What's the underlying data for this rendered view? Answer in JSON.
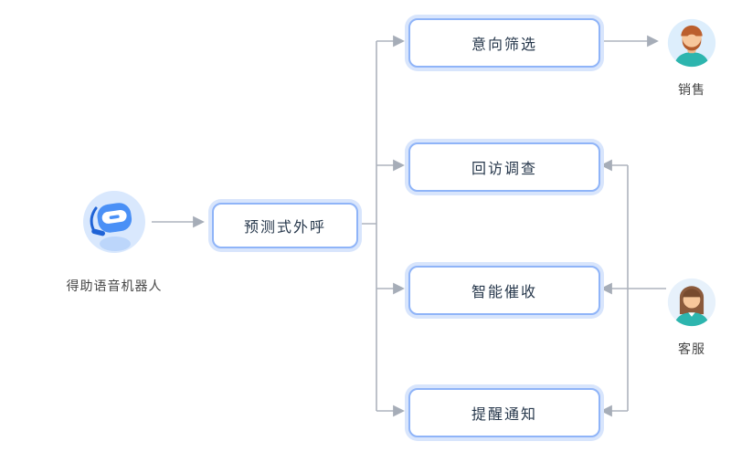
{
  "diagram": {
    "robot": {
      "label": "得助语音机器人",
      "icon": "voice-robot-icon"
    },
    "source": {
      "label": "预测式外呼"
    },
    "branches": [
      "意向筛选",
      "回访调查",
      "智能催收",
      "提醒通知"
    ],
    "actors": [
      {
        "label": "销售",
        "icon": "male-agent-avatar-icon"
      },
      {
        "label": "客服",
        "icon": "female-agent-avatar-icon"
      }
    ],
    "colors": {
      "box_border": "#8fb4f8",
      "box_halo": "#d8e5fc",
      "connector": "#adb3bd",
      "box_text": "#27384c",
      "label_text": "#454545",
      "robot_blue": "#4a90f6",
      "shirt_teal": "#2db5ae",
      "background": "#ffffff"
    }
  }
}
